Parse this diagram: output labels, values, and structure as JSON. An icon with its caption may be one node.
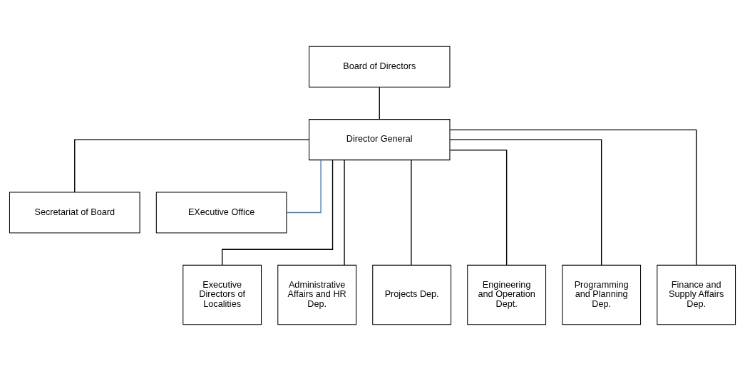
{
  "diagram": {
    "nodes": [
      {
        "text": [
          "Board of Directors"
        ]
      },
      {
        "text": [
          "Director General"
        ]
      },
      {
        "text": [
          "Secretariat of Board"
        ]
      },
      {
        "text": [
          "EXecutive Office"
        ]
      },
      {
        "text": [
          "Executive Directors of Localities"
        ]
      },
      {
        "text": [
          "Administrative Affairs and HR Dep."
        ]
      },
      {
        "text": [
          "Projects Dep."
        ]
      },
      {
        "text": [
          "Engineering and Operation Dept."
        ]
      },
      {
        "text": [
          "Programming and Planning Dep."
        ]
      },
      {
        "text": [
          "Finance and Supply Affairs Dep."
        ]
      }
    ],
    "edges": [
      {
        "from": 0,
        "to": 1,
        "arrow": "none"
      },
      {
        "from": 1,
        "to": 2,
        "arrow": "none"
      },
      {
        "from": 1,
        "to": 3,
        "arrow": "none",
        "color": "#4a7ebb"
      },
      {
        "from": 1,
        "to": 4,
        "arrow": "none"
      },
      {
        "from": 1,
        "to": 5,
        "arrow": "none"
      },
      {
        "from": 1,
        "to": 6,
        "arrow": "none"
      },
      {
        "from": 1,
        "to": 7,
        "arrow": "none"
      },
      {
        "from": 1,
        "to": 8,
        "arrow": "none"
      },
      {
        "from": 1,
        "to": 9,
        "arrow": "none"
      }
    ]
  }
}
